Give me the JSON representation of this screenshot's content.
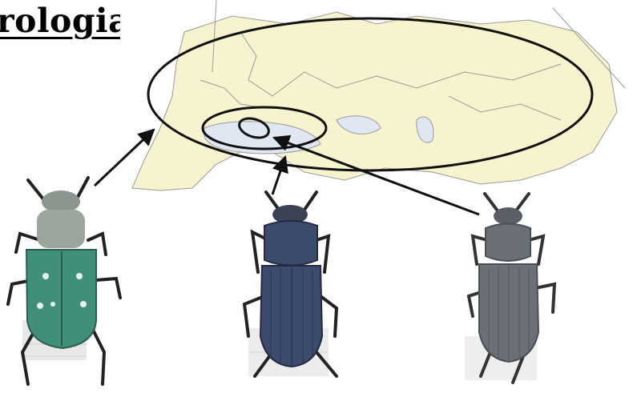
{
  "slide": {
    "title": "rologia"
  },
  "colors": {
    "land": "#f7f3cf",
    "sea": "#dfe7f3",
    "coast": "#9a9a9a",
    "ellipse": "#111111",
    "beetle_green": "#3f8f7a",
    "beetle_blue": "#3c4a6e",
    "beetle_grey": "#6b6f78"
  },
  "figure": {
    "map": "europe-asia-map",
    "beetles": [
      "green-spotted-beetle",
      "blue-ground-beetle",
      "grey-ground-beetle"
    ]
  }
}
